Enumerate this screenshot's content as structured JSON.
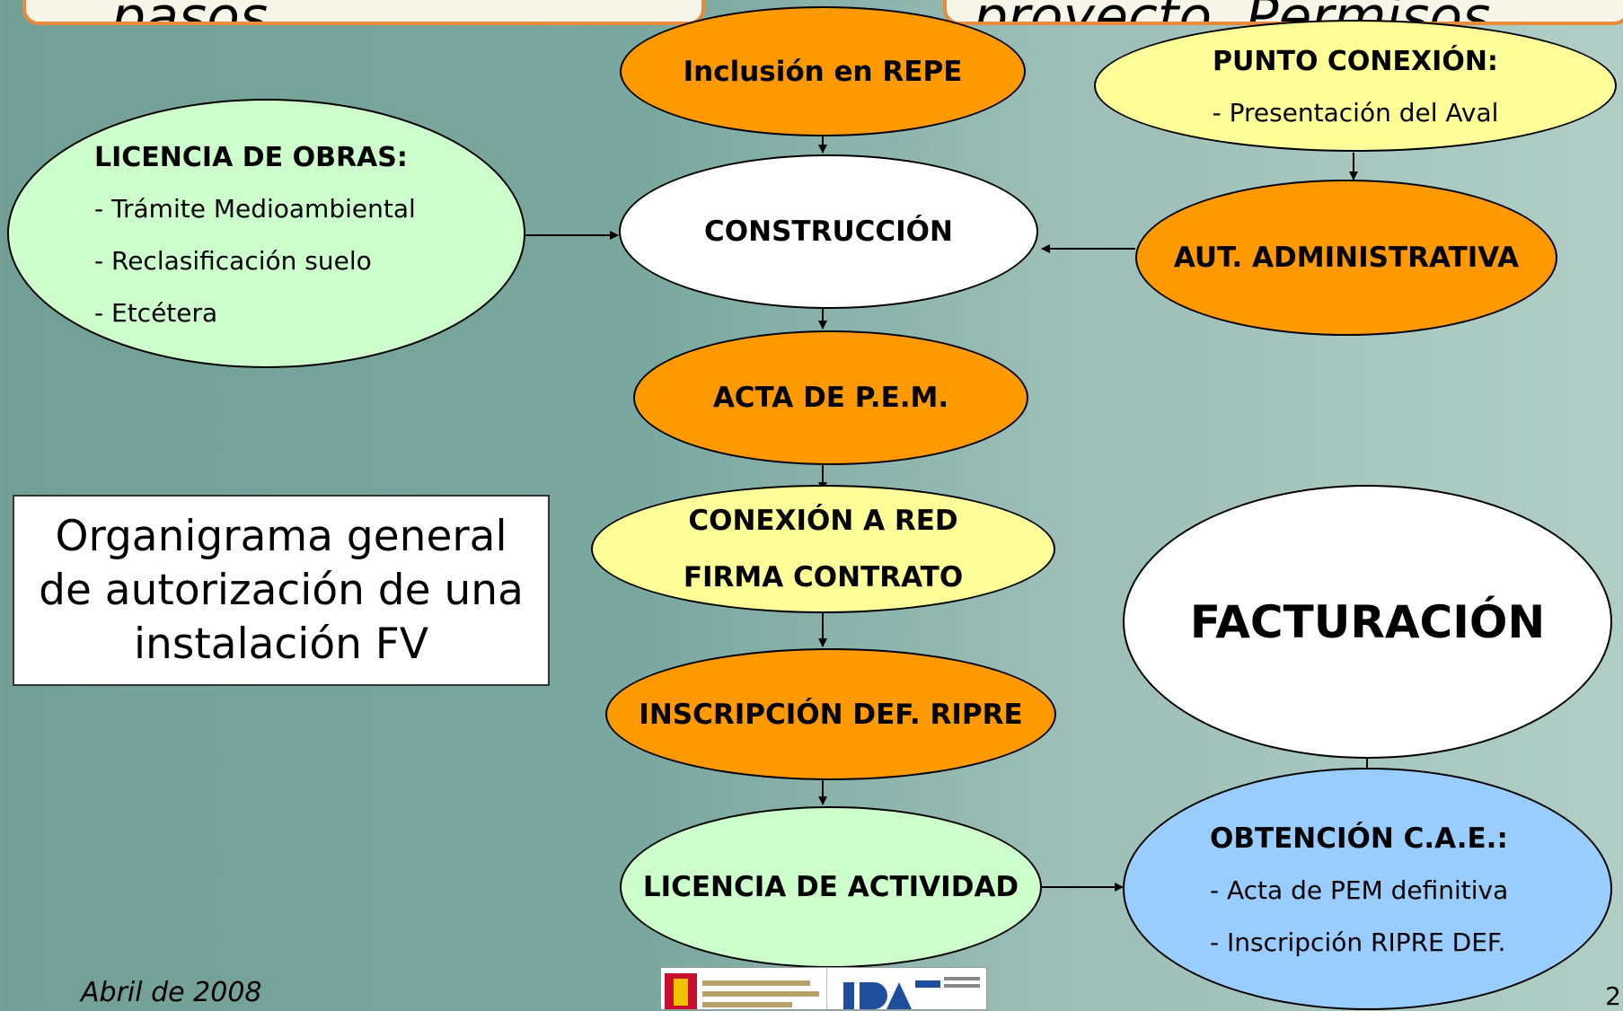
{
  "top_left_title": "pasos.",
  "top_right_title": "proyecto. Permisos",
  "nodes": {
    "repe": {
      "label": "Inclusión en REPE"
    },
    "punto": {
      "title": "PUNTO CONEXIÓN:",
      "items": [
        "- Presentación del Aval"
      ]
    },
    "licencia_obras": {
      "title": "LICENCIA DE OBRAS:",
      "items": [
        "- Trámite Medioambiental",
        "- Reclasificación suelo",
        "- Etcétera"
      ]
    },
    "construccion": {
      "label": "CONSTRUCCIÓN"
    },
    "aut_admin": {
      "label": "AUT. ADMINISTRATIVA"
    },
    "acta": {
      "label": "ACTA DE P.E.M."
    },
    "conexion": {
      "line1": "CONEXIÓN A RED",
      "line2": "FIRMA CONTRATO"
    },
    "inscripcion": {
      "label": "INSCRIPCIÓN DEF. RIPRE"
    },
    "licencia_actividad": {
      "label": "LICENCIA DE ACTIVIDAD"
    },
    "facturacion": {
      "label": "FACTURACIÓN"
    },
    "cae": {
      "title": "OBTENCIÓN C.A.E.:",
      "items": [
        "- Acta de PEM definitiva",
        "- Inscripción RIPRE DEF."
      ]
    }
  },
  "caption": {
    "line1": "Organigrama general",
    "line2": "de autorización de una",
    "line3": "instalación FV"
  },
  "footer": {
    "date": "Abril de 2008",
    "page": "2"
  },
  "colors": {
    "orange": "#ff9900",
    "white": "#ffffff",
    "yellow": "#ffff99",
    "green": "#ccffcc",
    "blue": "#99ccff"
  },
  "logos": [
    "ministerio-logo",
    "idae-logo"
  ]
}
